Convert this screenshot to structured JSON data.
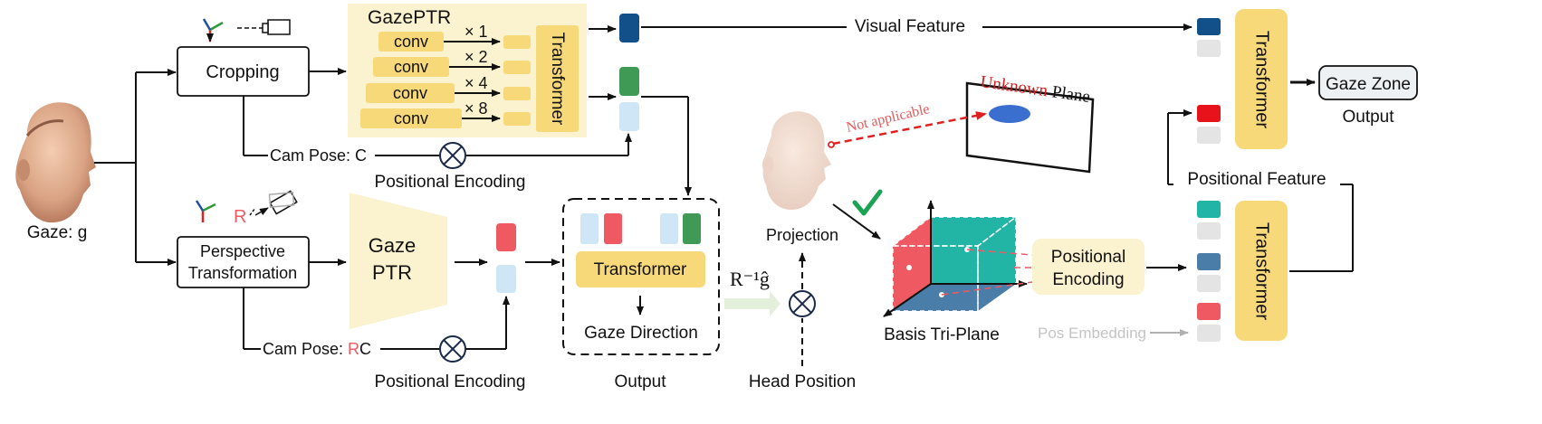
{
  "face": {
    "caption": "Gaze: g"
  },
  "top_branch": {
    "crop_box": "Cropping",
    "model_title": "GazePTR",
    "conv_label": "conv",
    "multipliers": [
      "× 1",
      "× 2",
      "× 4",
      "× 8"
    ],
    "transformer": "Transformer",
    "cam_pose": "Cam Pose: C",
    "positional_encoding": "Positional Encoding"
  },
  "bottom_branch": {
    "transform_box_line1": "Perspective",
    "transform_box_line2": "Transformation",
    "rotation_label": "R",
    "model_line1": "Gaze",
    "model_line2": "PTR",
    "cam_pose_prefix": "Cam Pose: ",
    "cam_pose_r": "R",
    "cam_pose_c": "C",
    "positional_encoding": "Positional Encoding"
  },
  "output_panel": {
    "transformer": "Transformer",
    "gaze_direction": "Gaze Direction",
    "caption": "Output"
  },
  "projection": {
    "formula": "R⁻¹ĝ",
    "label": "Projection",
    "head_position": "Head Position"
  },
  "plane": {
    "title_word1": "Unknown",
    "title_word2": "Plane",
    "not_applicable": "Not applicable"
  },
  "triplane": {
    "caption": "Basis Tri-Plane",
    "pe_line1": "Positional",
    "pe_line2": "Encoding"
  },
  "right_side": {
    "visual_feature": "Visual Feature",
    "positional_feature": "Positional Feature",
    "pos_embedding": "Pos Embedding",
    "transformer_top": "Transformer",
    "transformer_bottom": "Transformer",
    "gaze_zone": "Gaze Zone",
    "output": "Output"
  },
  "colors": {
    "yellow_panel": "#fbf3cf",
    "yellow_block": "#f7d97a",
    "dark_blue_token": "#12508a",
    "green_token": "#3f9a55",
    "light_blue_token": "#cfe6f7",
    "red_token": "#ef5a62",
    "teal_token": "#22b5a6",
    "steel_blue_token": "#4a7ea8",
    "pure_red_token": "#e8121b",
    "grey_token": "#e4e4e4",
    "dashed_red": "#e02020",
    "check_green": "#1aa352"
  }
}
